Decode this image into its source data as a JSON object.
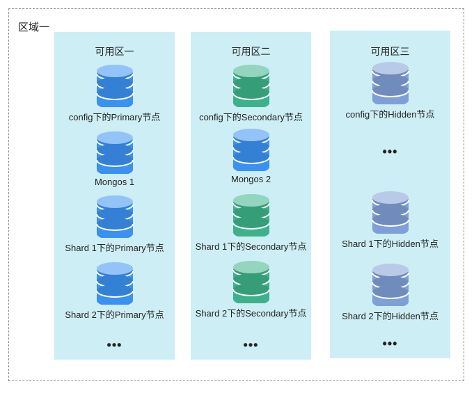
{
  "region": {
    "label": "区域一"
  },
  "colors": {
    "primary": "#3a91f2",
    "secondary": "#3db28a",
    "hidden": "#7f9fd6",
    "zone_bg": "#cdeef4"
  },
  "zones": [
    {
      "title": "可用区一",
      "nodes": [
        {
          "label": "config下的Primary节点",
          "icon": "database-icon",
          "kind": "primary"
        },
        {
          "label": "Mongos 1",
          "icon": "database-icon",
          "kind": "primary"
        },
        {
          "label": "Shard 1下的Primary节点",
          "icon": "database-icon",
          "kind": "primary"
        },
        {
          "label": "Shard 2下的Primary节点",
          "icon": "database-icon",
          "kind": "primary"
        }
      ],
      "more": "•••"
    },
    {
      "title": "可用区二",
      "nodes": [
        {
          "label": "config下的Secondary节点",
          "icon": "database-icon",
          "kind": "secondary"
        },
        {
          "label": "Mongos 2",
          "icon": "database-icon",
          "kind": "primary"
        },
        {
          "label": "Shard 1下的Secondary节点",
          "icon": "database-icon",
          "kind": "secondary"
        },
        {
          "label": "Shard 2下的Secondary节点",
          "icon": "database-icon",
          "kind": "secondary"
        }
      ],
      "more": "•••"
    },
    {
      "title": "可用区三",
      "nodes": [
        {
          "label": "config下的Hidden节点",
          "icon": "database-icon",
          "kind": "hidden"
        },
        {
          "label": "Shard 1下的Hidden节点",
          "icon": "database-icon",
          "kind": "hidden"
        },
        {
          "label": "Shard 2下的Hidden节点",
          "icon": "database-icon",
          "kind": "hidden"
        }
      ],
      "middle_more": "•••",
      "more": "•••"
    }
  ]
}
